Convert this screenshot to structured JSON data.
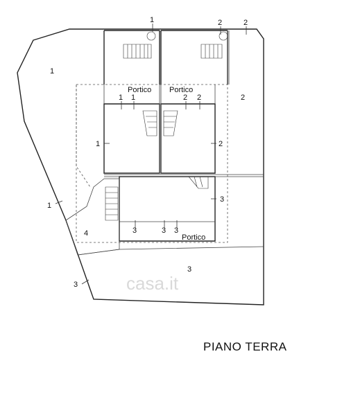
{
  "title": "PIANO TERRA",
  "watermark": "casa.it",
  "labels": {
    "top_1": "1",
    "top_2a": "2",
    "top_2b": "2",
    "zone_1_big": "1",
    "zone_2_right": "2",
    "portico_left": "Portico",
    "portico_right": "Portico",
    "portico_bottom": "Portico",
    "ptl_1a": "1",
    "ptl_1b": "1",
    "ptr_2a": "2",
    "ptr_2b": "2",
    "room_1": "1",
    "room_2": "2",
    "side_3": "3",
    "left_1": "1",
    "zone_4": "4",
    "bottom_3a": "3",
    "bottom_3b": "3",
    "bottom_3c": "3",
    "garden_3": "3",
    "left_3": "3"
  },
  "colors": {
    "line": "#222222",
    "watermark": "#d9d9d9"
  }
}
